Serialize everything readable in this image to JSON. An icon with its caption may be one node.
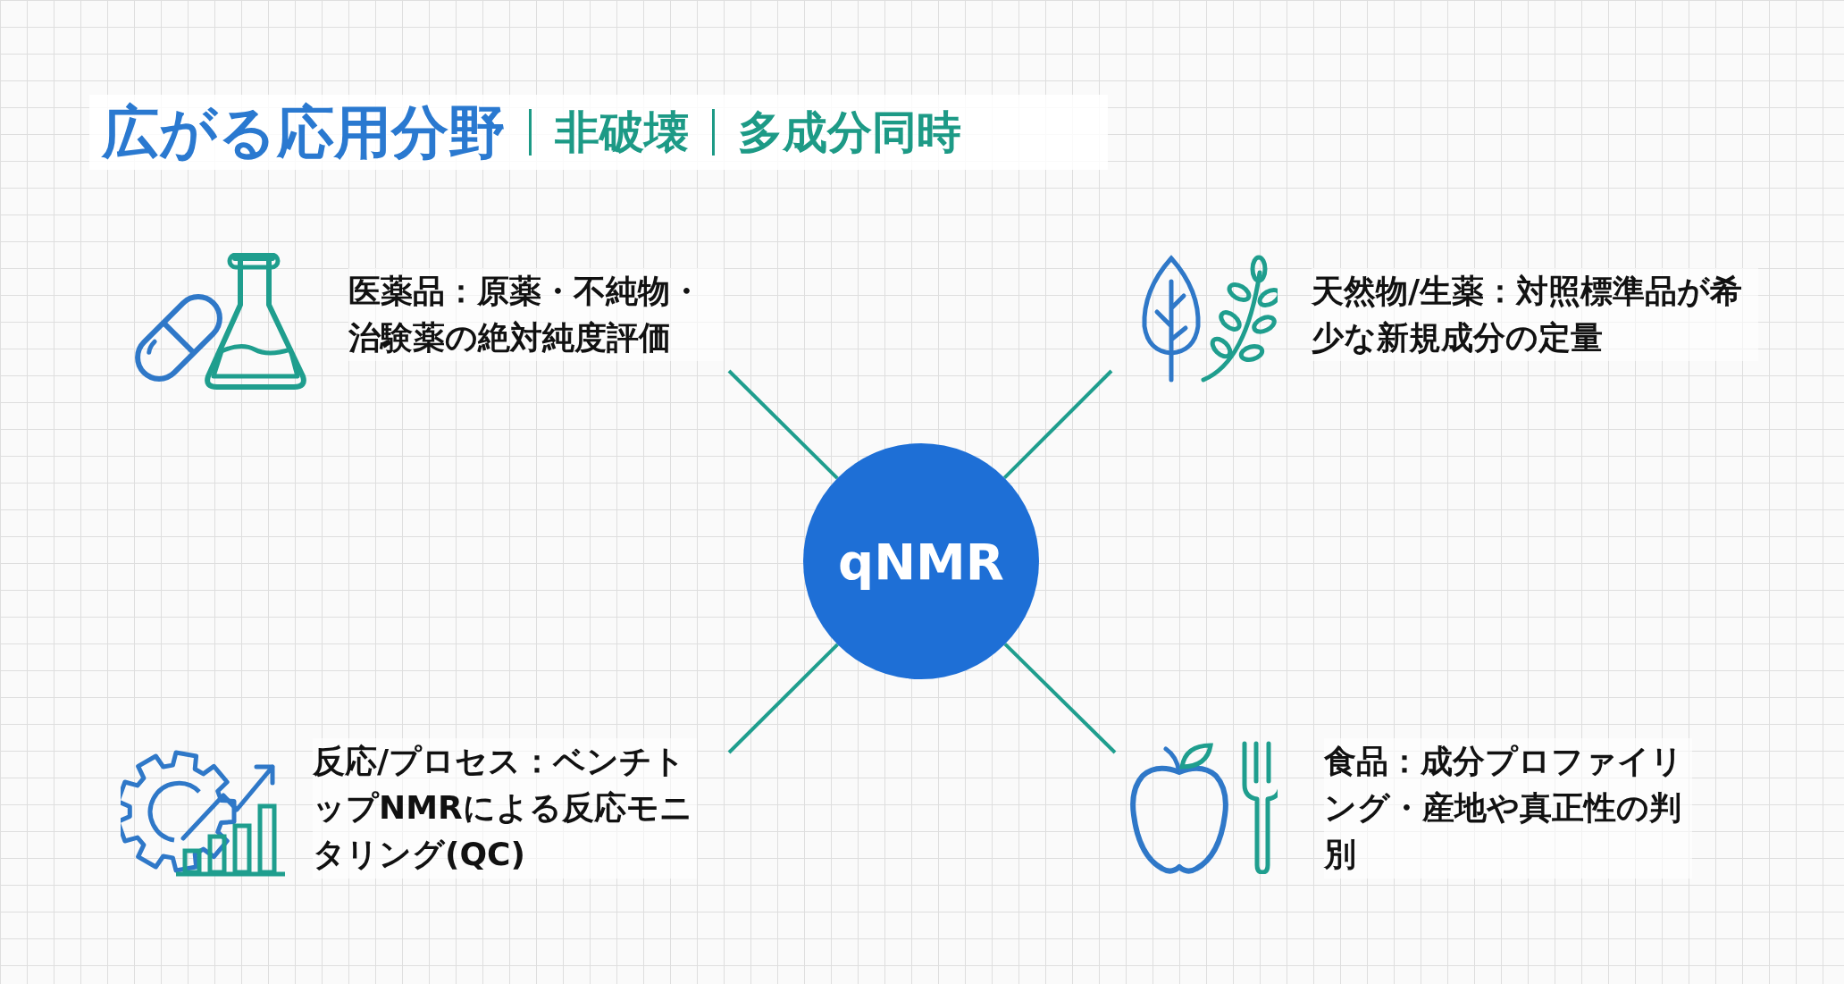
{
  "diagram": {
    "title": "広がる応用分野",
    "nodes": [
      {
        "text": [
          "qNMR"
        ]
      },
      {
        "text": [
          "医薬品：原薬・不純物・治験薬の絶対純度評価"
        ]
      },
      {
        "text": [
          "天然物/生薬：対照標準品が希少な新規成分の定量"
        ]
      },
      {
        "text": [
          "反応/プロセス：ベンチトップNMRによる反応モニタリング(QC)"
        ]
      },
      {
        "text": [
          "食品：成分プロファイリング・産地や真正性の判別"
        ]
      }
    ],
    "edges": [
      {
        "from": 0,
        "to": 1,
        "arrow": "none"
      },
      {
        "from": 0,
        "to": 2,
        "arrow": "none"
      },
      {
        "from": 0,
        "to": 3,
        "arrow": "none"
      },
      {
        "from": 0,
        "to": 4,
        "arrow": "none"
      }
    ],
    "labels": [
      "非破壊",
      "多成分同時"
    ]
  }
}
